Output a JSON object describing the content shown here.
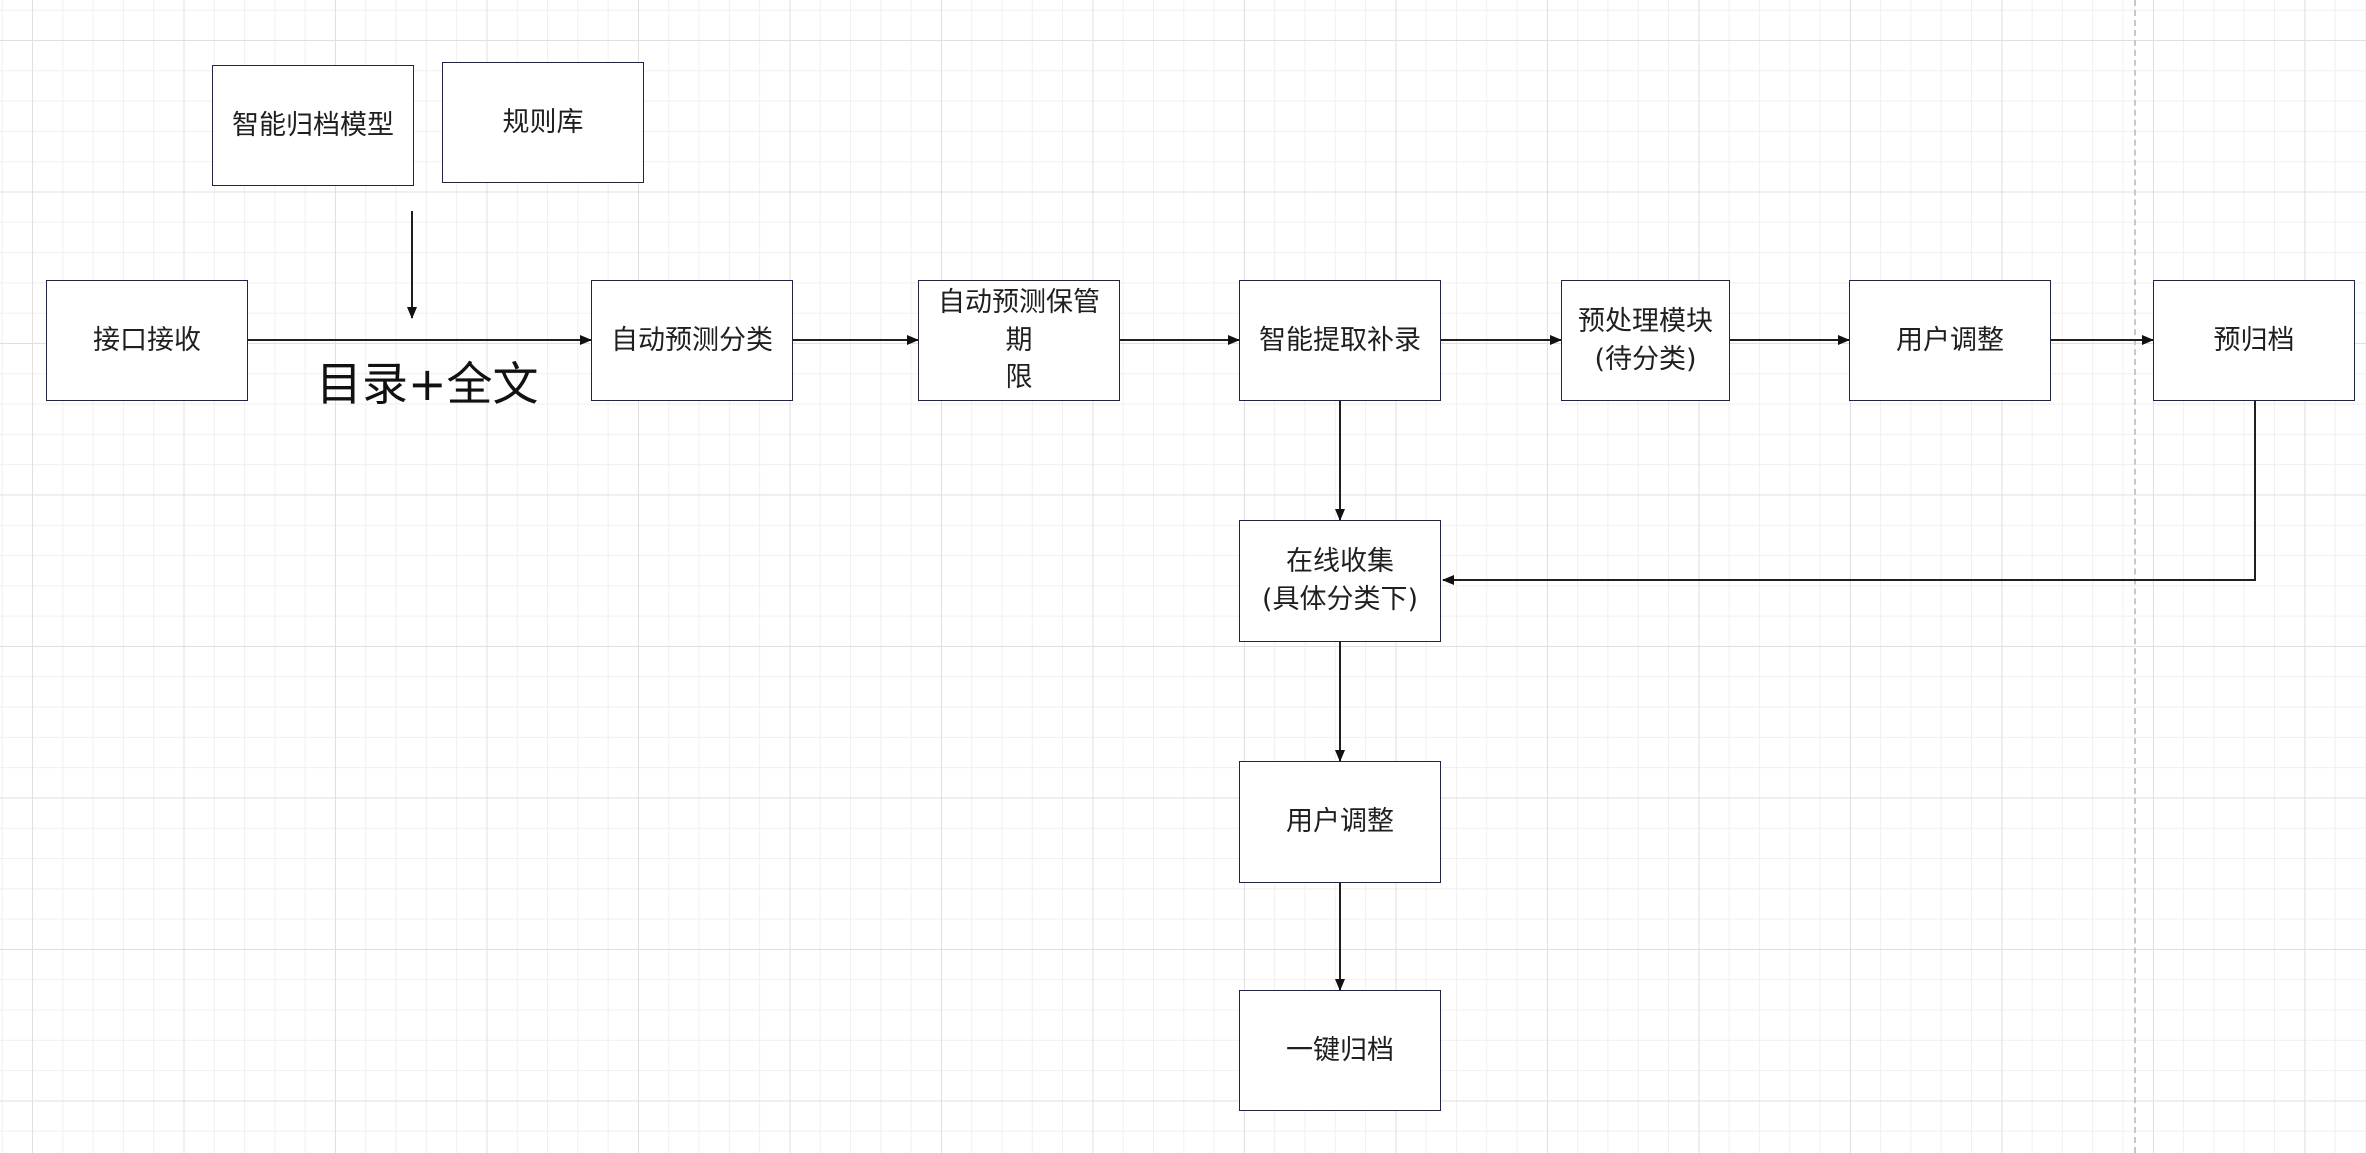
{
  "nodes": {
    "model": "智能归档模型",
    "rules": "规则库",
    "api": "接口接收",
    "classify": "自动预测分类",
    "retention": "自动预测保管期\n限",
    "extract": "智能提取补录",
    "preprocess": "预处理模块\n(待分类)",
    "adjust1": "用户调整",
    "prearchive": "预归档",
    "collect": "在线收集\n(具体分类下)",
    "adjust2": "用户调整",
    "archive": "一键归档"
  },
  "edge_label": "目录+全文",
  "colors": {
    "stroke": "#1f2540",
    "arrow": "#111111",
    "grid_major": "#e0e0e0",
    "grid_minor": "#f0f0f0"
  }
}
